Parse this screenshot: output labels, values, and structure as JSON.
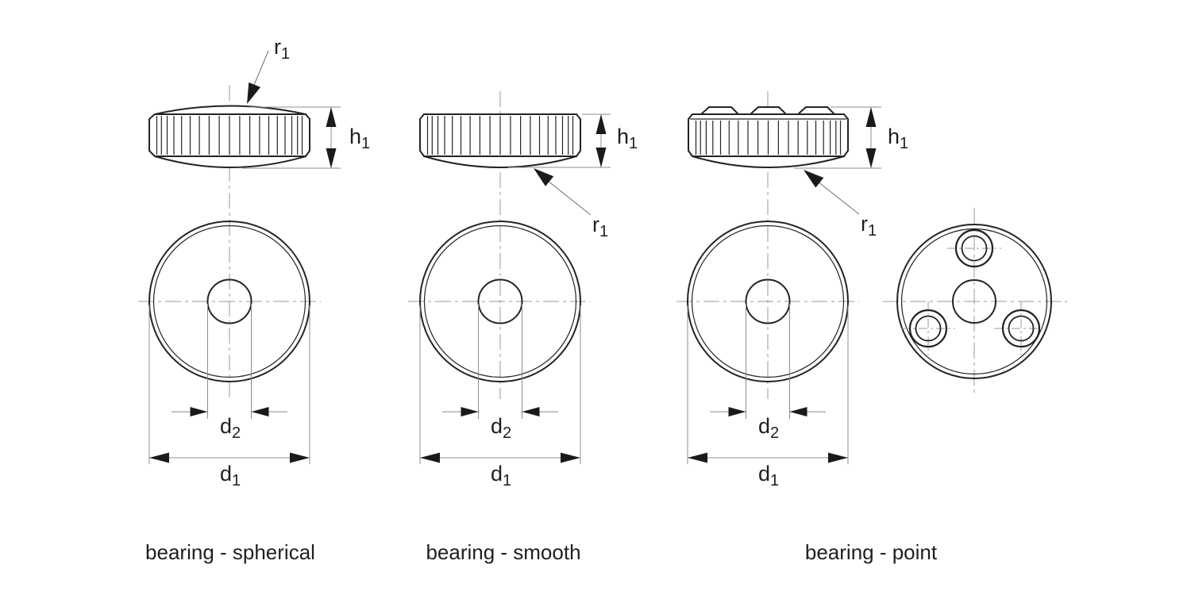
{
  "drawing": {
    "captions": [
      {
        "text": "bearing - spherical"
      },
      {
        "text": "bearing - smooth"
      },
      {
        "text": "bearing - point"
      }
    ],
    "labels": {
      "r1": {
        "base": "r",
        "sub": "1"
      },
      "h1": {
        "base": "h",
        "sub": "1"
      },
      "d2": {
        "base": "d",
        "sub": "2"
      },
      "d1": {
        "base": "d",
        "sub": "1"
      }
    },
    "colors": {
      "line": "#232323",
      "centerline": "#9a9a9a",
      "dimension_line": "#8d8d8d",
      "arrow": "#1a1a1a",
      "text": "#1f1f1f",
      "background": "#ffffff"
    }
  }
}
